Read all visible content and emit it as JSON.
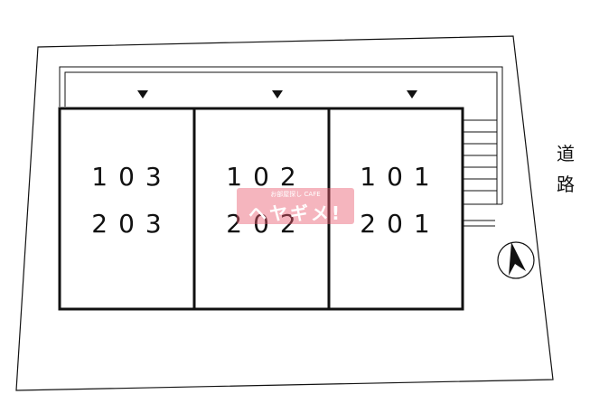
{
  "units": [
    {
      "top": "103",
      "bottom": "203"
    },
    {
      "top": "102",
      "bottom": "202"
    },
    {
      "top": "101",
      "bottom": "201"
    }
  ],
  "road": {
    "char1": "道",
    "char2": "路"
  },
  "watermark": {
    "small": "お部屋探し CAFE",
    "big": "ヘヤギメ!"
  },
  "colors": {
    "line": "#111111",
    "watermark": "#e85a6e"
  },
  "icons": [
    "north-arrow-icon",
    "entrance-marker-icon"
  ]
}
